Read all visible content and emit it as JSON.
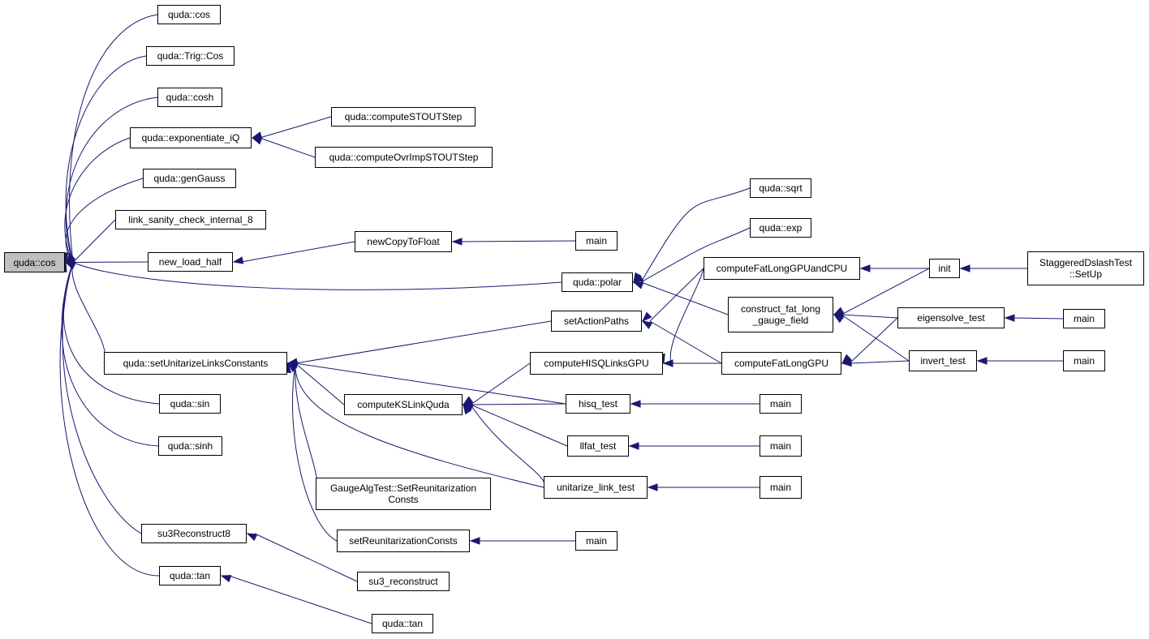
{
  "graph": {
    "edge_color": "#191970",
    "current_node_fill": "#bfbfbf",
    "nodes": [
      {
        "id": "root",
        "label": "quda::cos"
      },
      {
        "id": "n_cos",
        "label": "quda::cos"
      },
      {
        "id": "n_trigcos",
        "label": "quda::Trig::Cos"
      },
      {
        "id": "n_cosh",
        "label": "quda::cosh"
      },
      {
        "id": "n_expiq",
        "label": "quda::exponentiate_iQ"
      },
      {
        "id": "n_gengauss",
        "label": "quda::genGauss"
      },
      {
        "id": "n_linksanity",
        "label": "link_sanity_check_internal_8"
      },
      {
        "id": "n_newload",
        "label": "new_load_half"
      },
      {
        "id": "n_setunit",
        "label": "quda::setUnitarizeLinksConstants"
      },
      {
        "id": "n_sin",
        "label": "quda::sin"
      },
      {
        "id": "n_sinh",
        "label": "quda::sinh"
      },
      {
        "id": "n_su3rec8",
        "label": "su3Reconstruct8"
      },
      {
        "id": "n_tan1",
        "label": "quda::tan"
      },
      {
        "id": "n_stout",
        "label": "quda::computeSTOUTStep"
      },
      {
        "id": "n_ovrimp",
        "label": "quda::computeOvrImpSTOUTStep"
      },
      {
        "id": "n_newcopy",
        "label": "newCopyToFloat"
      },
      {
        "id": "n_main_nc",
        "label": "main"
      },
      {
        "id": "n_polar",
        "label": "quda::polar"
      },
      {
        "id": "n_sqrt",
        "label": "quda::sqrt"
      },
      {
        "id": "n_exp",
        "label": "quda::exp"
      },
      {
        "id": "n_setaction",
        "label": "setActionPaths"
      },
      {
        "id": "n_hisqlinks",
        "label": "computeHISQLinksGPU"
      },
      {
        "id": "n_kslink",
        "label": "computeKSLinkQuda"
      },
      {
        "id": "n_gaugealg",
        "label": "GaugeAlgTest::SetReunitarization\nConsts"
      },
      {
        "id": "n_setreunit",
        "label": "setReunitarizationConsts"
      },
      {
        "id": "n_main_sr",
        "label": "main"
      },
      {
        "id": "n_su3rec",
        "label": "su3_reconstruct"
      },
      {
        "id": "n_tan2",
        "label": "quda::tan"
      },
      {
        "id": "n_fatcpu",
        "label": "computeFatLongGPUandCPU"
      },
      {
        "id": "n_construct",
        "label": "construct_fat_long\n_gauge_field"
      },
      {
        "id": "n_fatgpu",
        "label": "computeFatLongGPU"
      },
      {
        "id": "n_hisqtest",
        "label": "hisq_test"
      },
      {
        "id": "n_llfat",
        "label": "llfat_test"
      },
      {
        "id": "n_unitarize",
        "label": "unitarize_link_test"
      },
      {
        "id": "n_main_hisq",
        "label": "main"
      },
      {
        "id": "n_main_llfat",
        "label": "main"
      },
      {
        "id": "n_main_unit",
        "label": "main"
      },
      {
        "id": "n_init",
        "label": "init"
      },
      {
        "id": "n_eigen",
        "label": "eigensolve_test"
      },
      {
        "id": "n_invert",
        "label": "invert_test"
      },
      {
        "id": "n_stag",
        "label": "StaggeredDslashTest\n::SetUp"
      },
      {
        "id": "n_main_eigen",
        "label": "main"
      },
      {
        "id": "n_main_invert",
        "label": "main"
      }
    ],
    "edges": [
      {
        "from": "n_cos",
        "to": "root"
      },
      {
        "from": "n_trigcos",
        "to": "root"
      },
      {
        "from": "n_cosh",
        "to": "root"
      },
      {
        "from": "n_expiq",
        "to": "root"
      },
      {
        "from": "n_gengauss",
        "to": "root"
      },
      {
        "from": "n_linksanity",
        "to": "root"
      },
      {
        "from": "n_newload",
        "to": "root"
      },
      {
        "from": "n_polar",
        "to": "root"
      },
      {
        "from": "n_setunit",
        "to": "root"
      },
      {
        "from": "n_sin",
        "to": "root"
      },
      {
        "from": "n_sinh",
        "to": "root"
      },
      {
        "from": "n_su3rec8",
        "to": "root"
      },
      {
        "from": "n_tan1",
        "to": "root"
      },
      {
        "from": "n_stout",
        "to": "n_expiq"
      },
      {
        "from": "n_ovrimp",
        "to": "n_expiq"
      },
      {
        "from": "n_newcopy",
        "to": "n_newload"
      },
      {
        "from": "n_main_nc",
        "to": "n_newcopy"
      },
      {
        "from": "n_sqrt",
        "to": "n_polar"
      },
      {
        "from": "n_exp",
        "to": "n_polar"
      },
      {
        "from": "n_construct",
        "to": "n_polar"
      },
      {
        "from": "n_setaction",
        "to": "n_setunit"
      },
      {
        "from": "n_hisqtest",
        "to": "n_setunit"
      },
      {
        "from": "n_kslink",
        "to": "n_setunit"
      },
      {
        "from": "n_gaugealg",
        "to": "n_setunit"
      },
      {
        "from": "n_setreunit",
        "to": "n_setunit"
      },
      {
        "from": "n_unitarize",
        "to": "n_setunit"
      },
      {
        "from": "n_fatcpu",
        "to": "n_setaction"
      },
      {
        "from": "n_fatgpu",
        "to": "n_setaction"
      },
      {
        "from": "n_hisqlinks",
        "to": "n_kslink"
      },
      {
        "from": "n_hisqtest",
        "to": "n_kslink"
      },
      {
        "from": "n_llfat",
        "to": "n_kslink"
      },
      {
        "from": "n_unitarize",
        "to": "n_kslink"
      },
      {
        "from": "n_fatcpu",
        "to": "n_hisqlinks"
      },
      {
        "from": "n_fatgpu",
        "to": "n_hisqlinks"
      },
      {
        "from": "n_main_sr",
        "to": "n_setreunit"
      },
      {
        "from": "n_su3rec",
        "to": "n_su3rec8"
      },
      {
        "from": "n_tan2",
        "to": "n_tan1"
      },
      {
        "from": "n_init",
        "to": "n_fatcpu"
      },
      {
        "from": "n_init",
        "to": "n_construct"
      },
      {
        "from": "n_eigen",
        "to": "n_construct"
      },
      {
        "from": "n_invert",
        "to": "n_construct"
      },
      {
        "from": "n_eigen",
        "to": "n_fatgpu"
      },
      {
        "from": "n_invert",
        "to": "n_fatgpu"
      },
      {
        "from": "n_main_hisq",
        "to": "n_hisqtest"
      },
      {
        "from": "n_main_llfat",
        "to": "n_llfat"
      },
      {
        "from": "n_main_unit",
        "to": "n_unitarize"
      },
      {
        "from": "n_stag",
        "to": "n_init"
      },
      {
        "from": "n_main_eigen",
        "to": "n_eigen"
      },
      {
        "from": "n_main_invert",
        "to": "n_invert"
      }
    ]
  }
}
